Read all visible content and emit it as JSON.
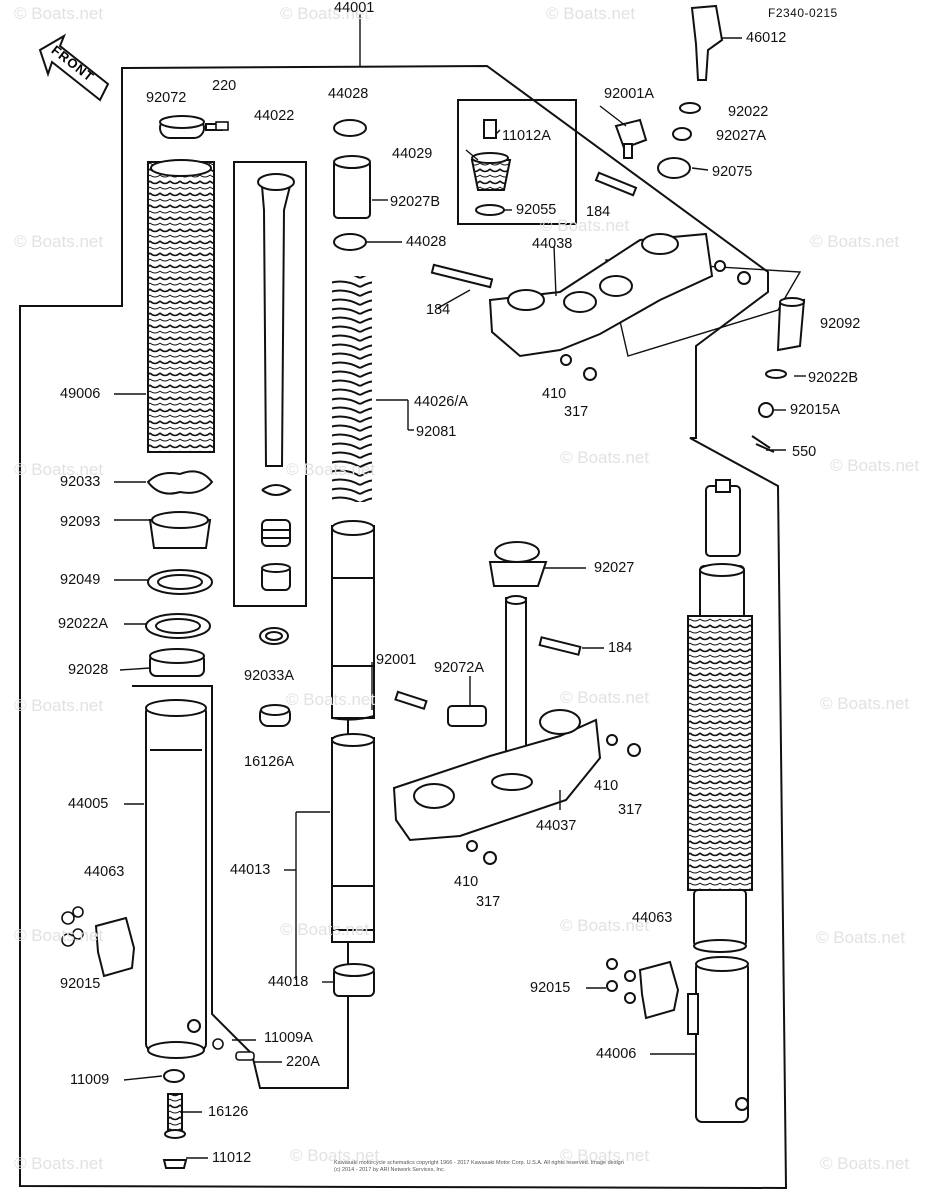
{
  "diagram": {
    "ref_code": "F2340-0215",
    "front_label": "FRONT",
    "watermark": "© Boats.net",
    "copyright": "Kawasaki motorcycle schematics copyright 1966 - 2017 Kawasaki Motor Corp. U.S.A. All rights reserved. Image design (c) 2014 - 2017 by ARI Network Services, Inc.",
    "parts": {
      "p44001": "44001",
      "p46012": "46012",
      "p92072": "92072",
      "p220": "220",
      "p44022": "44022",
      "p44028a": "44028",
      "p92001A": "92001A",
      "p92022": "92022",
      "p92027A": "92027A",
      "p11012A": "11012A",
      "p44029": "44029",
      "p92075": "92075",
      "p92027B": "92027B",
      "p92055": "92055",
      "p184a": "184",
      "p44028b": "44028",
      "p44038": "44038",
      "p184b": "184",
      "p92092": "92092",
      "p92022B": "92022B",
      "p410a": "410",
      "p317a": "317",
      "p92015A": "92015A",
      "p49006": "49006",
      "p44026A": "44026/A",
      "p92081": "92081",
      "p550": "550",
      "p92033": "92033",
      "p92093": "92093",
      "p92049": "92049",
      "p92027": "92027",
      "p92022A": "92022A",
      "p184c": "184",
      "p92028": "92028",
      "p92033A": "92033A",
      "p92001": "92001",
      "p92072A": "92072A",
      "p16126A": "16126A",
      "p410b": "410",
      "p317b": "317",
      "p44005": "44005",
      "p44037": "44037",
      "p44063a": "44063",
      "p44013": "44013",
      "p410c": "410",
      "p317c": "317",
      "p92015a": "92015",
      "p44063b": "44063",
      "p44018": "44018",
      "p92015b": "92015",
      "p11009A": "11009A",
      "p220A": "220A",
      "p44006": "44006",
      "p11009": "11009",
      "p16126": "16126",
      "p11012": "11012"
    }
  }
}
